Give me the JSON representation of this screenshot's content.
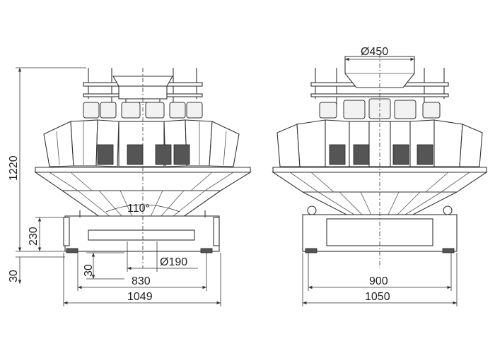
{
  "drawing": {
    "left_view": {
      "dims": {
        "overall_height": "1220",
        "base_height": "230",
        "foot_height": "30",
        "outlet_height": "30",
        "angle": "110°",
        "outlet_diameter": "Ø190",
        "inner_width": "830",
        "overall_width": "1049"
      }
    },
    "right_view": {
      "dims": {
        "inlet_diameter": "Ø450",
        "inner_width": "900",
        "overall_width": "1050"
      }
    }
  }
}
